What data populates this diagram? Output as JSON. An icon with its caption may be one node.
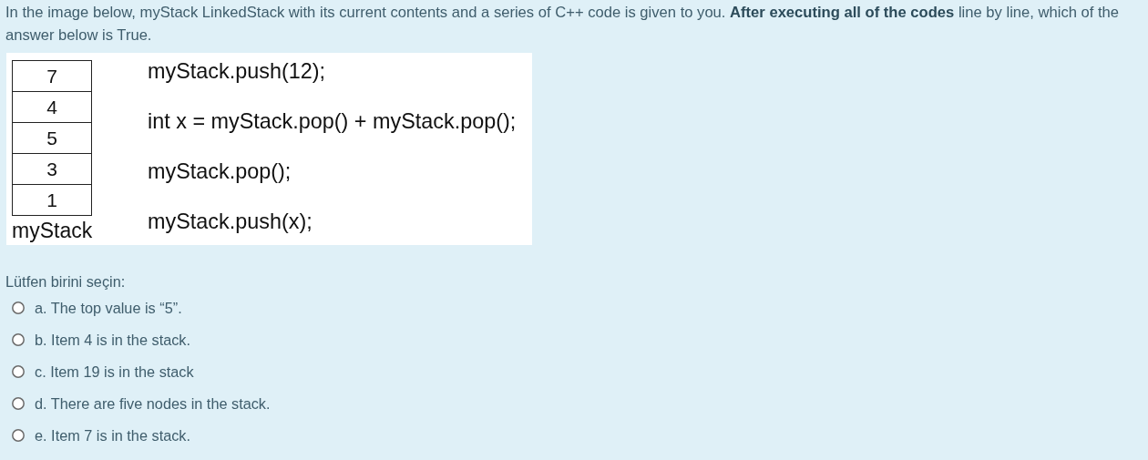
{
  "diagram": {
    "nodes": [
      {
        "text": [
          "myStack.push(12);",
          "int x = myStack.pop() + myStack.pop();",
          "myStack.pop();",
          "myStack.push(x);"
        ]
      },
      {
        "text": [],
        "shape": "box",
        "in": 0,
        "beside": [
          "myStack"
        ]
      },
      {
        "text": [
          "7"
        ],
        "in": 1
      },
      {
        "text": [
          "4"
        ],
        "in": 1
      },
      {
        "text": [
          "5"
        ],
        "in": 1
      },
      {
        "text": [
          "3"
        ],
        "in": 1
      },
      {
        "text": [
          "1"
        ],
        "in": 1
      }
    ],
    "labels": [
      "In the image below, myStack LinkedStack with its current contents and a series of C++ code is given to you. **After executing all of the codes** line by line, which of the answer below is True.",
      "Lütfen birini seçin:",
      "a. The top value is “5”.",
      "b. Item 4 is in the stack.",
      "c. Item 19 is in the stack",
      "d. There are five nodes in the stack.",
      "e. Item 7 is in the stack."
    ]
  }
}
